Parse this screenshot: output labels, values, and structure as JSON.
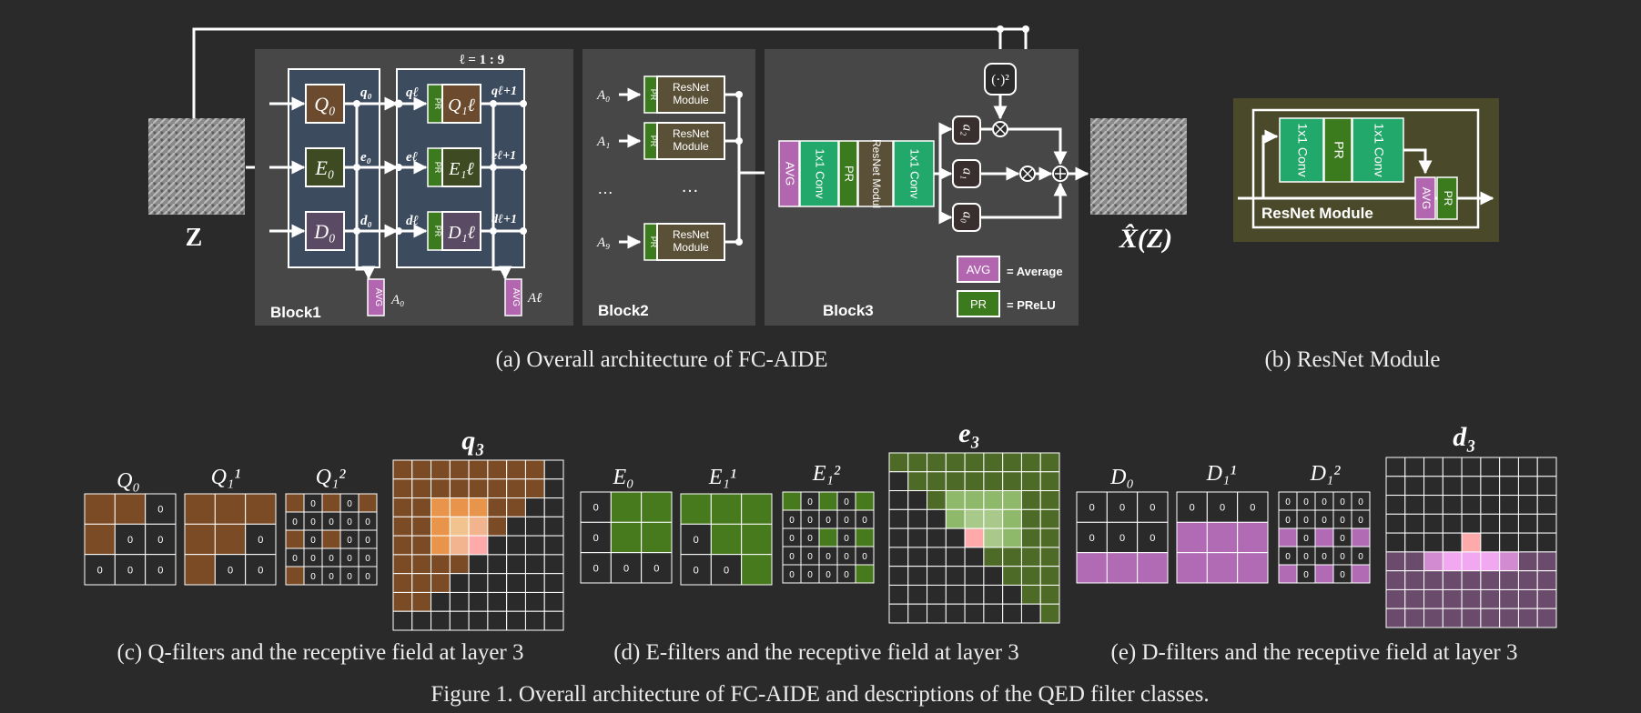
{
  "panel_a": {
    "block1_label": "Block1",
    "block2_label": "Block2",
    "block3_label": "Block3",
    "layer_range": "ℓ = 1 : 9",
    "input_label": "Z",
    "output_label": "X̂(Z)",
    "q0": "Q₀",
    "e0": "E₀",
    "d0": "D₀",
    "ql1": "Q₁ℓ",
    "el1": "E₁ℓ",
    "dl1": "D₁ℓ",
    "sig_q0": "q₀",
    "sig_e0": "e₀",
    "sig_d0": "d₀",
    "sig_ql": "qℓ",
    "sig_el": "eℓ",
    "sig_dl": "dℓ",
    "sig_ql1": "qℓ+1",
    "sig_el1": "eℓ+1",
    "sig_dl1": "dℓ+1",
    "a0_out": "A₀",
    "al_out": "Aℓ",
    "block2_inputs": [
      "A₀",
      "A₁",
      "…",
      "A₉"
    ],
    "resnet_module": "ResNet Module",
    "dots": "…",
    "block3_chain": [
      "AVG",
      "1x1 Conv",
      "PR",
      "ResNet Modul",
      "1x1 Conv"
    ],
    "a2": "a₂",
    "a1": "a₁",
    "a0": "a₀",
    "square": "(·)²",
    "times": "⊗",
    "plus": "⊕",
    "avg_tag": "AVG",
    "pr_tag": "PR",
    "legend_avg": "= Average",
    "legend_pr": "= PReLU",
    "caption": "(a)  Overall architecture of FC-AIDE"
  },
  "panel_b": {
    "conv1": "1x1 Conv",
    "pr": "PR",
    "conv2": "1x1 Conv",
    "avg": "AVG",
    "pr_out": "PR",
    "module_label": "ResNet Module",
    "caption": "(b)  ResNet Module"
  },
  "panel_c": {
    "labels": [
      "Q₀",
      "Q₁¹",
      "Q₁²"
    ],
    "rf_label": "q₃",
    "caption": "(c)  Q-filters and the receptive field at layer 3"
  },
  "panel_d": {
    "labels": [
      "E₀",
      "E₁¹",
      "E₁²"
    ],
    "rf_label": "e₃",
    "caption": "(d)  E-filters and the receptive field at layer 3"
  },
  "panel_e": {
    "labels": [
      "D₀",
      "D₁¹",
      "D₁²"
    ],
    "rf_label": "d₃",
    "caption": "(e)  D-filters and the receptive field at layer 3"
  },
  "zero": "0",
  "figure_caption": "Figure 1. Overall architecture of FC-AIDE and descriptions of the QED filter classes.",
  "colors": {
    "background": "#2a2a2a",
    "panel": "#474747",
    "block_fill": "#3d4b5e",
    "q_fill": "#6b4a2e",
    "e_fill": "#3d4a22",
    "d_fill": "#5b4a63",
    "resnet_fill": "#5a5037",
    "pr_green": "#3c7a1e",
    "conv_green": "#22a86a",
    "avg_purple": "#b266b0",
    "module_bg": "#4a4a2a",
    "q_brown": "#7b4b25",
    "e_green": "#467a1c",
    "d_purple": "#b16bb4",
    "center_pink": "#ffaaaa"
  }
}
